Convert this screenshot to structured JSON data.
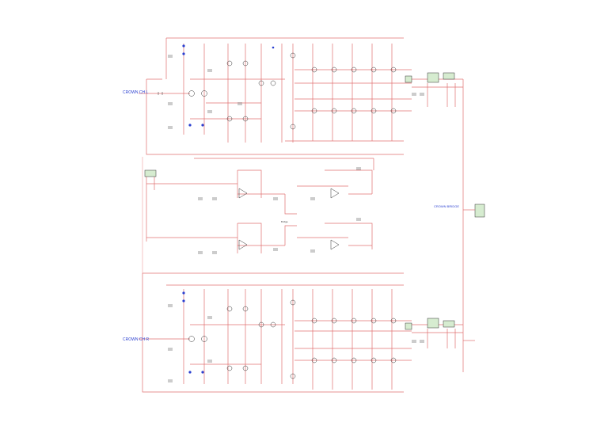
{
  "schematic": {
    "labels": {
      "crown_ch_l": "CROWN CH L",
      "crown_ch_r": "CROWN CH R",
      "crown_bridge": "CROWN BRIDGE",
      "bridge": "Bridge"
    },
    "colors": {
      "wire": "#e07070",
      "component": "#333333",
      "label": "#2a3fd0",
      "connector_fill": "#d6ecd0"
    }
  }
}
